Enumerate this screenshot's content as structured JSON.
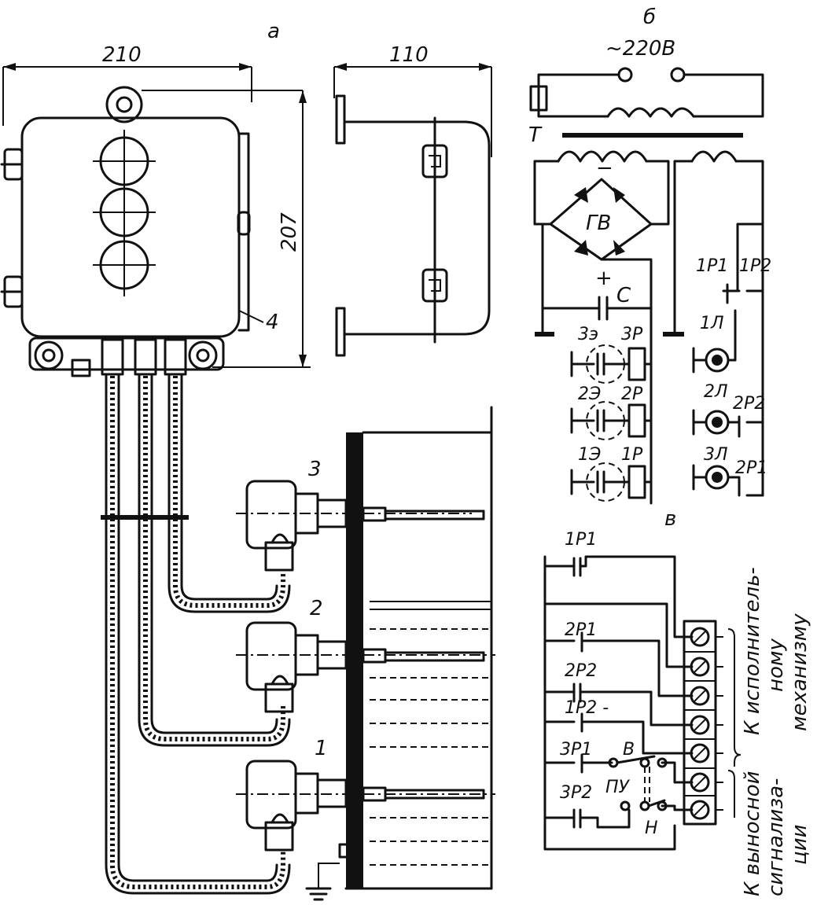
{
  "panels": {
    "a": "а",
    "b": "б",
    "v": "в"
  },
  "dimensions": {
    "width": "210",
    "depth": "110",
    "height": "207"
  },
  "callouts": {
    "c1": "1",
    "c2": "2",
    "c3": "3",
    "c4": "4"
  },
  "supply": "~220В",
  "schematic": {
    "transformer": "Т",
    "bridge": "ГВ",
    "capacitor": "С",
    "plus": "+",
    "minus": "−",
    "e3": "3э",
    "r3": "3Р",
    "e2": "2Э",
    "r2": "2Р",
    "e1": "1Э",
    "r1": "1Р",
    "k1r1": "1Р1",
    "k1r2": "1Р2",
    "l1": "1Л",
    "l2": "2Л",
    "l3": "3Л",
    "k2r2": "2Р2",
    "k2r1": "2Р1"
  },
  "terminal": {
    "c1r1": "1Р1",
    "c2r1": "2Р1",
    "c2r2": "2Р2",
    "c1r2": "1Р2 -",
    "c3r1": "3Р1",
    "c3r2": "3Р2",
    "sw_v": "В",
    "sw_pu": "ПУ",
    "sw_n": "Н",
    "right_label_1": "К исполнитель-",
    "right_label_2": "ному",
    "right_label_3": "механизму",
    "left_label_1": "К выносной",
    "left_label_2": "сигнализа-",
    "left_label_3": "ции"
  }
}
